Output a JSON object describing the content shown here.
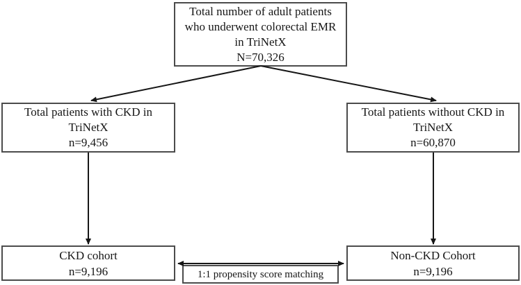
{
  "colors": {
    "background": "#ffffff",
    "border": "#4b4b4b",
    "line": "#161616",
    "text": "#161616"
  },
  "flowchart": {
    "top_box": {
      "lines": [
        "Total number of adult patients",
        "who underwent colorectal EMR",
        "in TriNetX",
        "N=70,326"
      ]
    },
    "ckd_box": {
      "lines": [
        "Total patients with CKD in",
        "TriNetX",
        "n=9,456"
      ]
    },
    "non_ckd_box": {
      "lines": [
        "Total patients without CKD in",
        "TriNetX",
        "n=60,870"
      ]
    },
    "ckd_cohort_box": {
      "lines": [
        "CKD cohort",
        "n=9,196"
      ]
    },
    "non_ckd_cohort_box": {
      "lines": [
        "Non-CKD Cohort",
        "n=9,196"
      ]
    },
    "matching_label": "1:1 propensity score matching"
  }
}
